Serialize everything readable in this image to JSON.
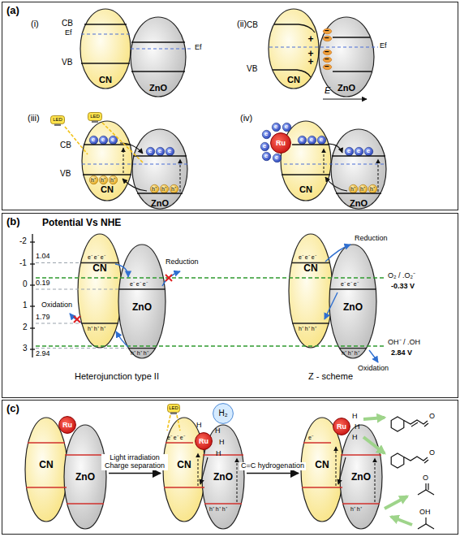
{
  "diagram": {
    "nodes": [
      {
        "text": [
          "(a)"
        ]
      },
      {
        "text": [
          "CN"
        ],
        "in": 0
      },
      {
        "text": [
          "ZnO"
        ],
        "in": 0
      },
      {
        "text": [
          "CN"
        ],
        "in": 0
      },
      {
        "text": [
          "ZnO"
        ],
        "in": 0
      },
      {
        "text": [
          "−"
        ],
        "in": 4
      },
      {
        "text": [
          "−"
        ],
        "in": 4
      },
      {
        "text": [
          "−"
        ],
        "in": 4
      },
      {
        "text": [
          "−"
        ],
        "in": 4
      },
      {
        "text": [
          "−"
        ],
        "in": 4
      },
      {
        "text": [
          "LED"
        ],
        "in": 0
      },
      {
        "text": [
          "LED"
        ],
        "in": 0
      },
      {
        "text": [
          "CN"
        ],
        "in": 0
      },
      {
        "text": [
          "e"
        ],
        "in": 12
      },
      {
        "text": [
          "e"
        ],
        "in": 12
      },
      {
        "text": [
          "e"
        ],
        "in": 12
      },
      {
        "text": [
          "h⁺"
        ],
        "in": 12
      },
      {
        "text": [
          "h⁺"
        ],
        "in": 12
      },
      {
        "text": [
          "h⁺"
        ],
        "in": 12
      },
      {
        "text": [
          "ZnO"
        ],
        "in": 0
      },
      {
        "text": [
          "e"
        ],
        "in": 19
      },
      {
        "text": [
          "e"
        ],
        "in": 19
      },
      {
        "text": [
          "e"
        ],
        "in": 19
      },
      {
        "text": [
          "h⁺"
        ],
        "in": 19
      },
      {
        "text": [
          "h⁺"
        ],
        "in": 19
      },
      {
        "text": [
          "h⁺"
        ],
        "in": 19
      },
      {
        "text": [
          "CN"
        ],
        "in": 0
      },
      {
        "text": [
          "e"
        ],
        "in": 26
      },
      {
        "text": [
          "e"
        ],
        "in": 26
      },
      {
        "text": [
          "e"
        ],
        "in": 26
      },
      {
        "text": [
          "ZnO"
        ],
        "in": 0
      },
      {
        "text": [
          "e"
        ],
        "in": 30
      },
      {
        "text": [
          "e"
        ],
        "in": 30
      },
      {
        "text": [
          "e"
        ],
        "in": 30
      },
      {
        "text": [
          "h⁺"
        ],
        "in": 30
      },
      {
        "text": [
          "h⁺"
        ],
        "in": 30
      },
      {
        "text": [
          "h⁺"
        ],
        "in": 30
      },
      {
        "text": [
          "Ru"
        ],
        "in": 0
      },
      {
        "text": [
          "e"
        ],
        "in": 0
      },
      {
        "text": [
          "e"
        ],
        "in": 0
      },
      {
        "text": [
          "e"
        ],
        "in": 0
      },
      {
        "text": [
          "e"
        ],
        "in": 0
      },
      {
        "text": [
          "e"
        ],
        "in": 0
      },
      {
        "text": [
          "e"
        ],
        "in": 0
      },
      {
        "text": [
          "(b)"
        ]
      },
      {
        "text": [
          "CN"
        ],
        "in": 44
      },
      {
        "text": [
          "ZnO"
        ],
        "in": 44
      },
      {
        "text": [
          "CN"
        ],
        "in": 44
      },
      {
        "text": [
          "ZnO"
        ],
        "in": 44
      },
      {
        "text": [
          "(c)"
        ]
      },
      {
        "text": [
          "CN"
        ],
        "in": 49
      },
      {
        "text": [
          "ZnO"
        ],
        "in": 49
      },
      {
        "text": [
          "Ru"
        ],
        "in": 49
      },
      {
        "text": [
          "LED"
        ],
        "in": 49
      },
      {
        "text": [
          "H₂"
        ],
        "in": 49
      },
      {
        "text": [
          "CN"
        ],
        "in": 49
      },
      {
        "text": [
          "ZnO"
        ],
        "in": 49
      },
      {
        "text": [
          "Ru"
        ],
        "in": 49
      },
      {
        "text": [
          "CN"
        ],
        "in": 49
      },
      {
        "text": [
          "ZnO"
        ],
        "in": 49
      },
      {
        "text": [
          "Ru"
        ],
        "in": 49
      }
    ],
    "edges": [
      {
        "from": 51,
        "to": 55,
        "label": "Light irradiation Charge separation",
        "arrow": "to"
      },
      {
        "from": 56,
        "to": 58,
        "label": "C=C hydrogenation",
        "arrow": "to"
      }
    ],
    "labels": [
      "(i)",
      "CB",
      "Ef",
      "VB",
      "Ef",
      "(ii)",
      "CB",
      "VB",
      "Ef",
      "+",
      "+",
      "+",
      "E",
      "(iii)",
      "CB",
      "VB",
      "(iv)",
      "Potential Vs NHE",
      "-2",
      "-1",
      "0",
      "1",
      "2",
      "3",
      "1.04",
      "0.19",
      "1.79",
      "2.94",
      "O₂ / .O₂⁻",
      "-0.33 V",
      "OH⁻ / .OH",
      "2.84 V",
      "Reduction",
      "Oxidation",
      "Reduction",
      "Oxidation",
      "e⁻ e⁻ e⁻",
      "h⁺ h⁺ h⁺",
      "e⁻ e⁻ e⁻",
      "h⁺ h⁺ h⁺",
      "e⁻ e⁻ e⁻",
      "h⁺ h⁺ h⁺",
      "e⁻ e⁻ e⁻",
      "h⁺ h⁺ h⁺",
      "Heterojunction type II",
      "Z - scheme",
      "H",
      "H",
      "H",
      "H",
      "H",
      "H",
      "H",
      "O",
      "O",
      "O",
      "OH",
      "e⁻ e⁻ e⁻",
      "h⁺ h⁺ h⁺",
      "e⁻",
      "h⁺ h⁺"
    ]
  }
}
